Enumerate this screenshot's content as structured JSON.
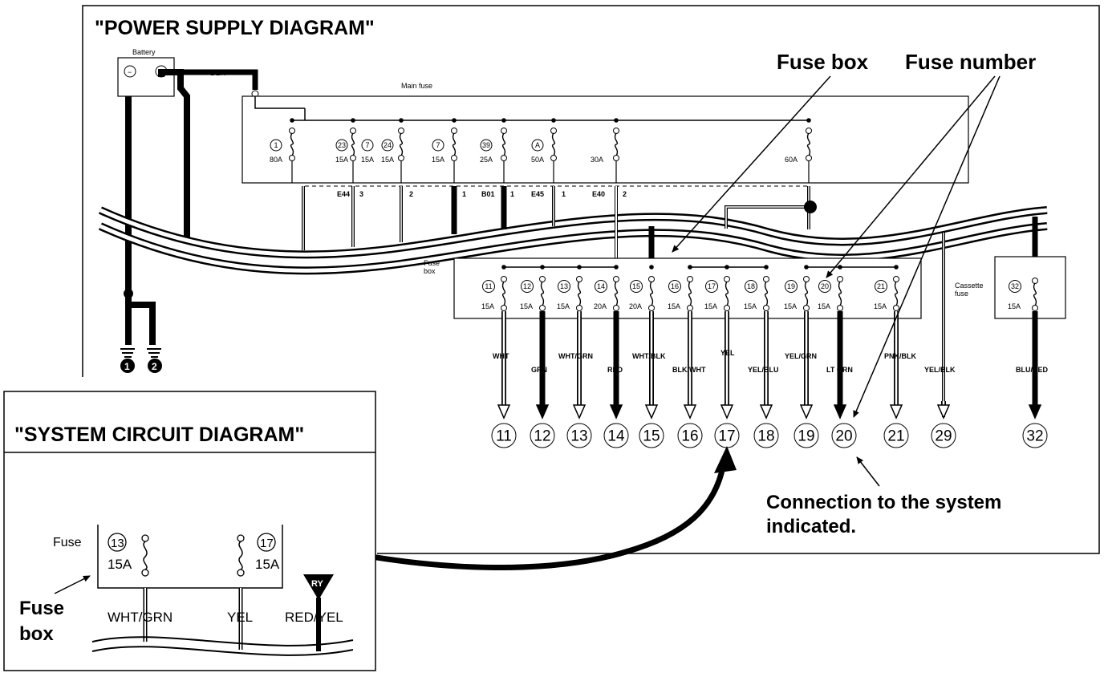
{
  "power_supply_title": "\"POWER SUPPLY DIAGRAM\"",
  "system_circuit_title": "\"SYSTEM CIRCUIT DIAGRAM\"",
  "battery_label": "Battery",
  "battery_minus": "−",
  "battery_plus": "+",
  "battery_wire": "BLK",
  "main_fuse_label": "Main fuse",
  "fuse_box_small_label": "Fuse\nbox",
  "cassette_fuse_label": "Cassette\nfuse",
  "callouts": {
    "fuse_box": "Fuse box",
    "fuse_number": "Fuse number",
    "connection_line1": "Connection to the system",
    "connection_line2": "indicated."
  },
  "main_fuses": [
    {
      "num": "1",
      "amp": "80A"
    },
    {
      "num": "23",
      "amp": "15A"
    },
    {
      "num": "7",
      "amp": "15A"
    },
    {
      "num": "24",
      "amp": "15A"
    },
    {
      "num": "7",
      "amp": "15A"
    },
    {
      "num": "39",
      "amp": "25A"
    },
    {
      "num": "A",
      "amp": "50A"
    },
    {
      "num": "",
      "amp": "30A"
    },
    {
      "num": "",
      "amp": "60A"
    }
  ],
  "connectors": [
    {
      "name": "E44",
      "pin": "3"
    },
    {
      "name": "",
      "pin": "2"
    },
    {
      "name": "",
      "pin": "1"
    },
    {
      "name": "B01",
      "pin": "1"
    },
    {
      "name": "E45",
      "pin": "1"
    },
    {
      "name": "E40",
      "pin": "2"
    }
  ],
  "box_fuses": [
    {
      "num": "11",
      "amp": "15A",
      "wire": "WHT"
    },
    {
      "num": "12",
      "amp": "15A",
      "wire": "GRN"
    },
    {
      "num": "13",
      "amp": "15A",
      "wire": "WHT/GRN"
    },
    {
      "num": "14",
      "amp": "20A",
      "wire": "RED"
    },
    {
      "num": "15",
      "amp": "20A",
      "wire": "WHT/BLK"
    },
    {
      "num": "16",
      "amp": "15A",
      "wire": "BLK/WHT"
    },
    {
      "num": "17",
      "amp": "15A",
      "wire": "YEL"
    },
    {
      "num": "18",
      "amp": "15A",
      "wire": "YEL/BLU"
    },
    {
      "num": "19",
      "amp": "15A",
      "wire": "YEL/GRN"
    },
    {
      "num": "20",
      "amp": "15A",
      "wire": "LT GRN"
    },
    {
      "num": "21",
      "amp": "15A",
      "wire": "PNK/BLK"
    }
  ],
  "cassette_fuse": {
    "num": "32",
    "amp": "15A",
    "wire": "BLU/RED"
  },
  "extra_wire": {
    "wire": "YEL/BLK",
    "num": "29"
  },
  "terminals": [
    "11",
    "12",
    "13",
    "14",
    "15",
    "16",
    "17",
    "18",
    "19",
    "20",
    "21",
    "29",
    "32"
  ],
  "grounds": [
    "1",
    "2"
  ],
  "inset": {
    "fuse_label": "Fuse",
    "fuse_a": {
      "num": "13",
      "amp": "15A"
    },
    "fuse_b": {
      "num": "17",
      "amp": "15A"
    },
    "wires": [
      "WHT/GRN",
      "YEL",
      "RED/YEL"
    ],
    "ry_label": "RY",
    "fuse_box_label_1": "Fuse",
    "fuse_box_label_2": "box"
  }
}
